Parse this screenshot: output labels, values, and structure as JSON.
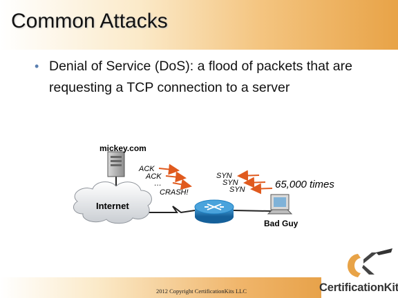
{
  "slide": {
    "title": "Common Attacks",
    "bullet": "Denial of Service (DoS): a flood of packets that are requesting a TCP connection to a server"
  },
  "diagram": {
    "server_label": "mickey.com",
    "ack_labels": [
      "ACK",
      "ACK",
      "…"
    ],
    "crash_label": "CRASH!",
    "syn_labels": [
      "SYN",
      "SYN",
      "SYN"
    ],
    "count_label": "65,000 times",
    "cloud_label": "Internet",
    "attacker_label": "Bad Guy"
  },
  "footer": {
    "copyright": "2012 Copyright CertificationKits  LLC",
    "logo_text": "CertificationKits"
  },
  "colors": {
    "arrow": "#e05a1e",
    "router": "#1f7fc0",
    "accent": "#e8a347"
  }
}
